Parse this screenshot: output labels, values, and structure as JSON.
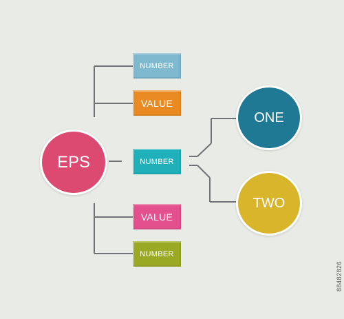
{
  "diagram": {
    "root": {
      "label": "EPS",
      "color": "#dc4a72"
    },
    "boxes": [
      {
        "id": "box-number-top",
        "label": "NUMBER",
        "color": "#7fb9cf"
      },
      {
        "id": "box-value-top",
        "label": "VALUE",
        "color": "#e98b22"
      },
      {
        "id": "box-number-middle",
        "label": "NUMBER",
        "color": "#20b0ba"
      },
      {
        "id": "box-value-bottom",
        "label": "VALUE",
        "color": "#e3508d"
      },
      {
        "id": "box-number-bottom",
        "label": "NUMBER",
        "color": "#9aa924"
      }
    ],
    "outcomes": [
      {
        "label": "ONE",
        "color": "#1f7894"
      },
      {
        "label": "TWO",
        "color": "#d9b52b"
      }
    ],
    "connector_color": "#6f7276"
  },
  "watermark": "88482826"
}
